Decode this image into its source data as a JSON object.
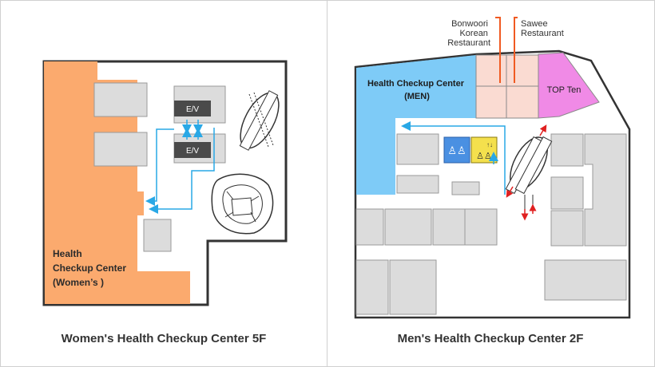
{
  "left_map": {
    "caption": "Women's Health Checkup Center 5F",
    "center_label_lines": [
      "Health",
      "Checkup Center",
      "(Women’s )"
    ],
    "elevator_top_label": "E/V",
    "elevator_bottom_label": "E/V"
  },
  "right_map": {
    "caption": "Men's Health Checkup Center 2F",
    "center_label_lines": [
      "Health Checkup Center",
      "(MEN)"
    ],
    "restaurant_1_lines": [
      "Bonwoori",
      "Korean",
      "Restaurant"
    ],
    "restaurant_2_lines": [
      "Sawee",
      "Restaurant"
    ],
    "shop_label": "TOP Ten",
    "elevator_icon_label": "↑↓"
  },
  "colors": {
    "womens_center": "#fbaa6e",
    "mens_center": "#7ecbf7",
    "restaurants": "#fadbd2",
    "top_ten": "#f08ae6",
    "elevator_dark": "#4a4a4a",
    "room_gray": "#dcdcdc",
    "outline": "#333333",
    "route_arrow": "#29a8e6",
    "restroom_blue": "#4a90e2",
    "elevator_yellow": "#f4e04d",
    "pointer_orange": "#f05a22",
    "escalator_red": "#e02020"
  },
  "icons": {
    "escalator": "escalator-icon",
    "restroom": "restroom-icon",
    "elevator": "elevator-icon",
    "route": "route-arrow-icon"
  }
}
